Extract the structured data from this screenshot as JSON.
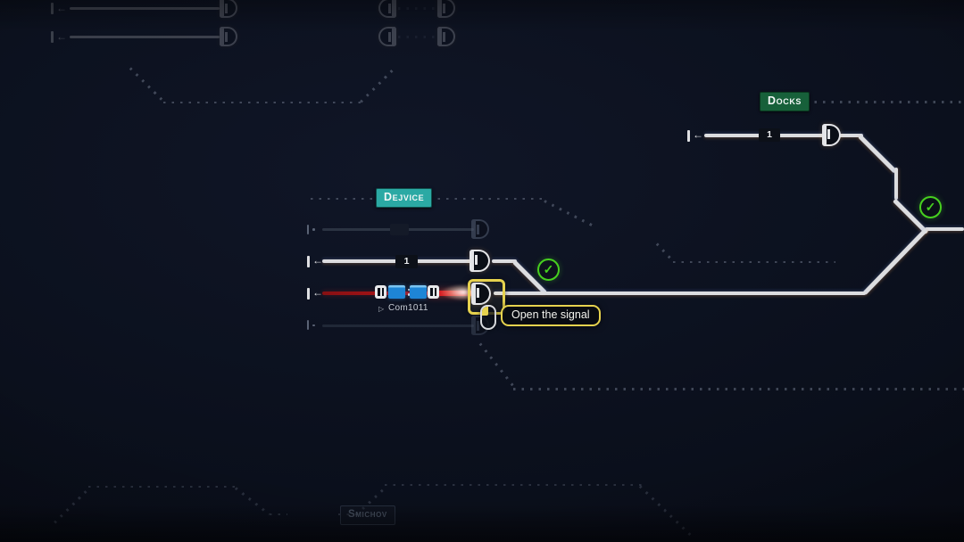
{
  "stations": {
    "docks": "Docks",
    "dejvice": "Dejvice",
    "smichov": "Smichov"
  },
  "labels": {
    "tooltip": "Open the signal",
    "train_id": "Com1011",
    "train_pointer": "▷",
    "platform_docks": "1",
    "platform_dejvice": "1"
  },
  "icons": {
    "check": "✓",
    "arrow_left": "←",
    "end_dot": "·"
  },
  "colors": {
    "background": "#0b101d",
    "track_white": "#dcdde0",
    "track_red": "#b01418",
    "badge_teal": "#2ba9a4",
    "badge_green": "#17603a",
    "highlight_yellow": "#e6d24e",
    "check_green": "#47d01f",
    "train_blue": "#1e85d6"
  }
}
